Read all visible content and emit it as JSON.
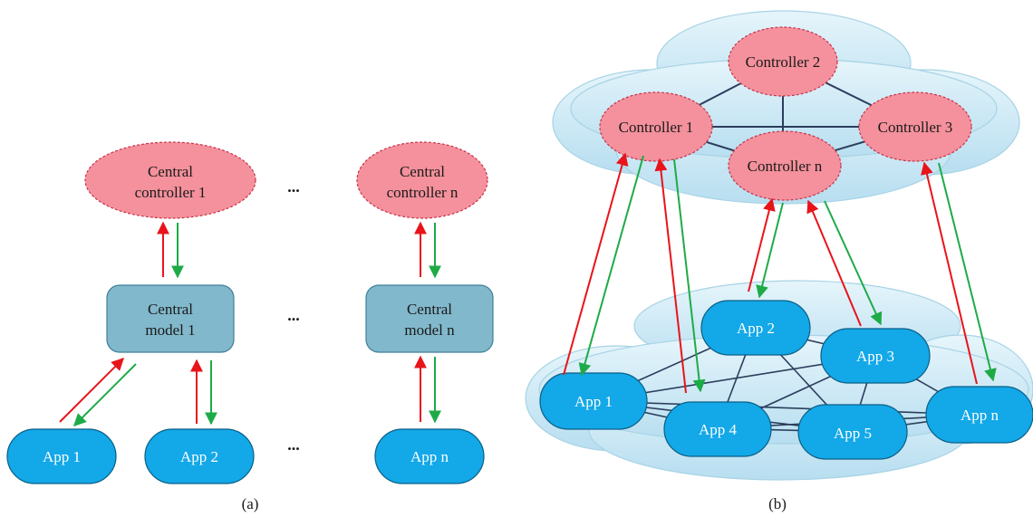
{
  "colors": {
    "controller_fill": "#f4919c",
    "controller_stroke": "#c9334a",
    "model_fill": "#82b8cc",
    "model_stroke": "#3f7f98",
    "app_fill": "#13a8e8",
    "app_stroke": "#0a5f86",
    "uplink": "#e8141a",
    "downlink": "#1eab47",
    "edge": "#2c3e5c",
    "cloud_fill": "#c9e9f4",
    "cloud_stroke": "#a7d3e5",
    "text": "#1a1a1a",
    "app_text": "#ffffff"
  },
  "panel_a": {
    "caption": "(a)",
    "controllers": [
      {
        "line1": "Central",
        "line2": "controller 1"
      },
      {
        "line1": "Central",
        "line2": "controller n"
      }
    ],
    "models": [
      {
        "line1": "Central",
        "line2": "model 1"
      },
      {
        "line1": "Central",
        "line2": "model n"
      }
    ],
    "apps": [
      "App 1",
      "App 2",
      "App n"
    ],
    "ellipsis": "..."
  },
  "panel_b": {
    "caption": "(b)",
    "controllers": [
      "Controller 2",
      "Controller 1",
      "Controller 3",
      "Controller n"
    ],
    "apps": [
      "App 2",
      "App 3",
      "App 1",
      "App n",
      "App 4",
      "App 5"
    ]
  }
}
